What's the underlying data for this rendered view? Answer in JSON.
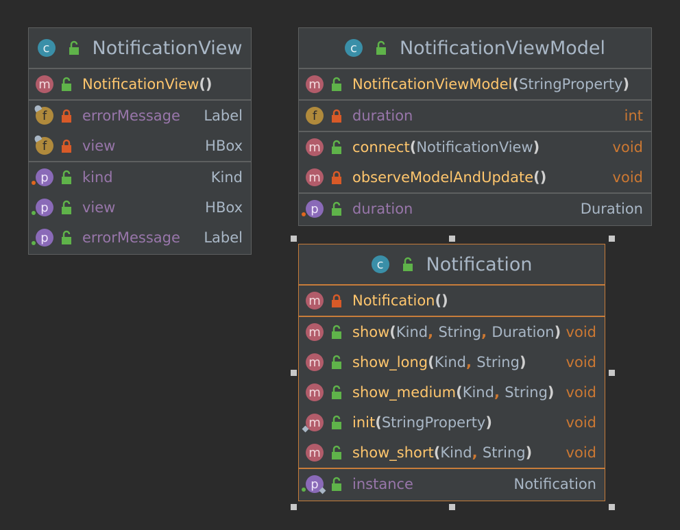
{
  "colors": {
    "background": "#2b2b2b",
    "panel": "#3c3f41",
    "method_name": "#ffc66d",
    "property_name": "#9876aa",
    "keyword_type": "#cc7832",
    "selection_border": "#c87d3a"
  },
  "classes": {
    "notification_view": {
      "title": "NotificationView",
      "constructors": [
        {
          "name": "NotificationView",
          "params": "",
          "type": ""
        }
      ],
      "fields": [
        {
          "name": "errorMessage",
          "type": "Label"
        },
        {
          "name": "view",
          "type": "HBox"
        }
      ],
      "properties": [
        {
          "name": "kind",
          "type": "Kind"
        },
        {
          "name": "view",
          "type": "HBox"
        },
        {
          "name": "errorMessage",
          "type": "Label"
        }
      ]
    },
    "notification_view_model": {
      "title": "NotificationViewModel",
      "constructors": [
        {
          "name": "NotificationViewModel",
          "params": "StringProperty"
        }
      ],
      "fields": [
        {
          "name": "duration",
          "type": "int"
        }
      ],
      "methods": [
        {
          "name": "connect",
          "params": "NotificationView",
          "type": "void"
        },
        {
          "name": "observeModelAndUpdate",
          "params": "",
          "type": "void"
        }
      ],
      "properties": [
        {
          "name": "duration",
          "type": "Duration"
        }
      ]
    },
    "notification": {
      "title": "Notification",
      "constructors": [
        {
          "name": "Notification",
          "params": ""
        }
      ],
      "methods": [
        {
          "name": "show",
          "p1": "Kind",
          "p2": "String",
          "p3": "Duration",
          "type": "void"
        },
        {
          "name": "show_long",
          "p1": "Kind",
          "p2": "String",
          "type": "void"
        },
        {
          "name": "show_medium",
          "p1": "Kind",
          "p2": "String",
          "type": "void"
        },
        {
          "name": "init",
          "p1": "StringProperty",
          "type": "void"
        },
        {
          "name": "show_short",
          "p1": "Kind",
          "p2": "String",
          "type": "void"
        }
      ],
      "properties": [
        {
          "name": "instance",
          "type": "Notification"
        }
      ]
    }
  },
  "badges": {
    "class": "c",
    "method": "m",
    "field": "f",
    "property": "p"
  },
  "icons": {
    "class_icon": "class-icon",
    "method_icon": "method-icon",
    "field_icon": "field-icon",
    "property_icon": "property-icon",
    "public_lock": "unlocked-green-icon",
    "private_lock": "locked-orange-icon"
  }
}
